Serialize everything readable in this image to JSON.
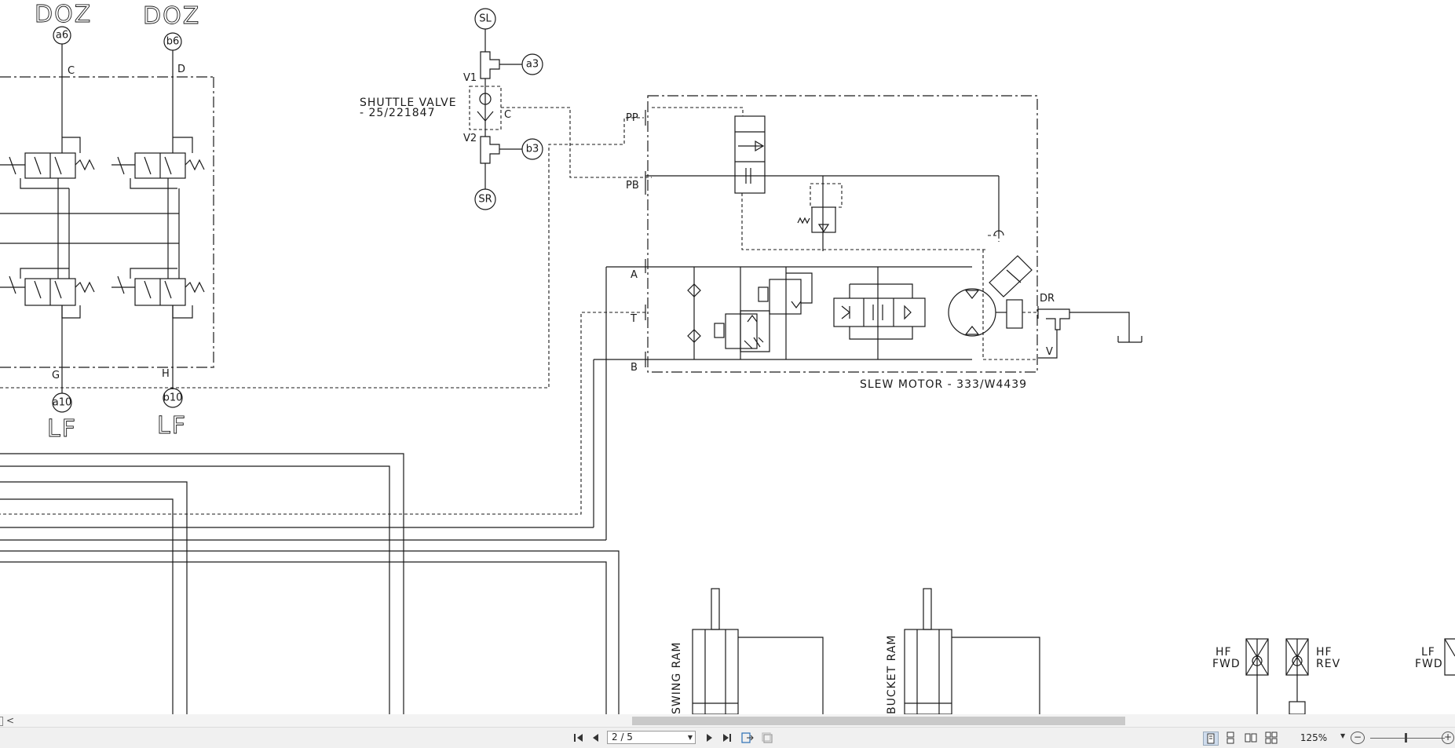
{
  "drawing": {
    "title_left_top": [
      "DOZ",
      "DOZ"
    ],
    "title_left_bottom": [
      "LF",
      "LF"
    ],
    "port_circles": {
      "a6": "a6",
      "b6": "b6",
      "a10": "a10",
      "b10": "b10",
      "sl": "SL",
      "sr": "SR",
      "a3": "a3",
      "b3": "b3"
    },
    "port_letters": {
      "c": "C",
      "d": "D",
      "g": "G",
      "h": "H",
      "v1": "V1",
      "v2": "V2",
      "c2": "C",
      "pp": "PP",
      "pb": "PB",
      "a": "A",
      "t": "T",
      "b": "B",
      "dr": "DR",
      "v": "V"
    },
    "shuttle_valve_line1": "SHUTTLE VALVE",
    "shuttle_valve_line2": "- 25/221847",
    "slew_motor": "SLEW MOTOR - 333/W4439",
    "swing_ram": "SWING RAM",
    "bucket_ram": "BUCKET RAM",
    "hf_fwd_1": "HF",
    "hf_fwd_2": "FWD",
    "hf_rev_1": "HF",
    "hf_rev_2": "REV",
    "lf_fwd_1": "LF",
    "lf_fwd_2": "FWD"
  },
  "scrollbar": {
    "left_arrow": "<"
  },
  "toolbar": {
    "first_page": "first-page-icon",
    "prev_page": "previous-page-icon",
    "page_value": "2 / 5",
    "next_page": "next-page-icon",
    "last_page": "last-page-icon",
    "zoom": "125%",
    "zoom_out": "−",
    "zoom_in": "+"
  }
}
